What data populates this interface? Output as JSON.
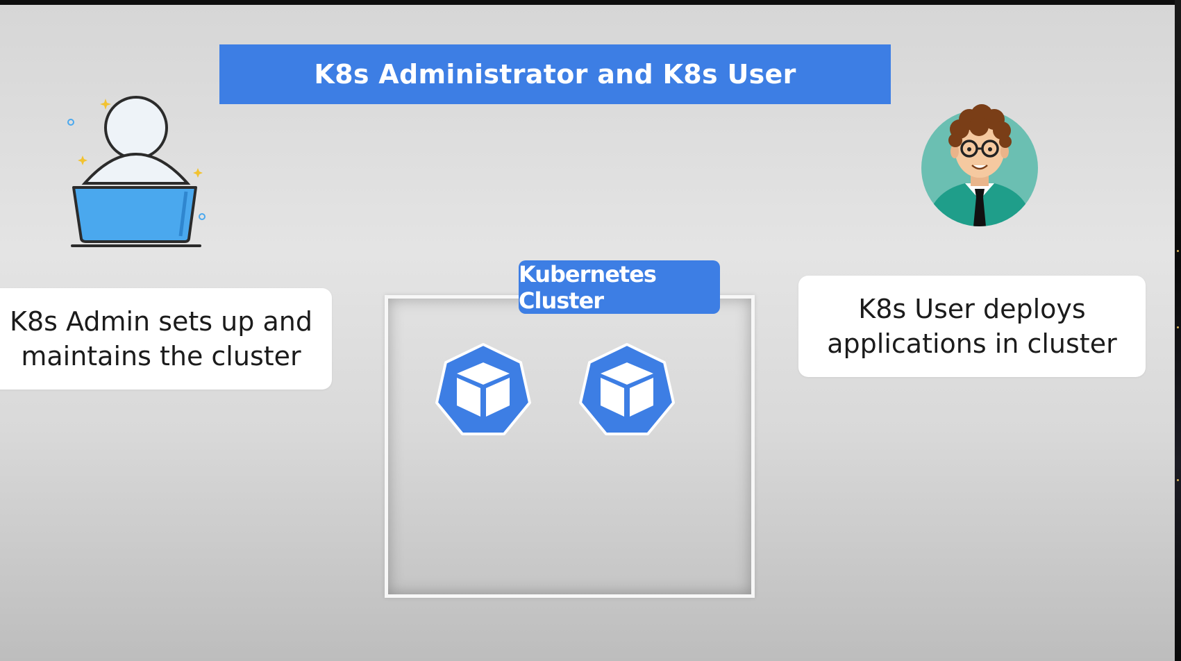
{
  "slide": {
    "title": "K8s Administrator and K8s User"
  },
  "admin": {
    "description_line1": "K8s Admin sets up and",
    "description_line2": "maintains the cluster",
    "icon": "admin-at-laptop-icon"
  },
  "user": {
    "description_line1": "K8s User deploys",
    "description_line2": "applications in cluster",
    "icon": "developer-avatar-icon"
  },
  "cluster": {
    "label": "Kubernetes Cluster",
    "nodes": [
      {
        "icon": "kubernetes-node-icon"
      },
      {
        "icon": "kubernetes-node-icon"
      }
    ]
  },
  "colors": {
    "accent": "#3d7ee4",
    "laptop": "#4aa8ee",
    "avatar_bg": "#6bbfb2"
  }
}
